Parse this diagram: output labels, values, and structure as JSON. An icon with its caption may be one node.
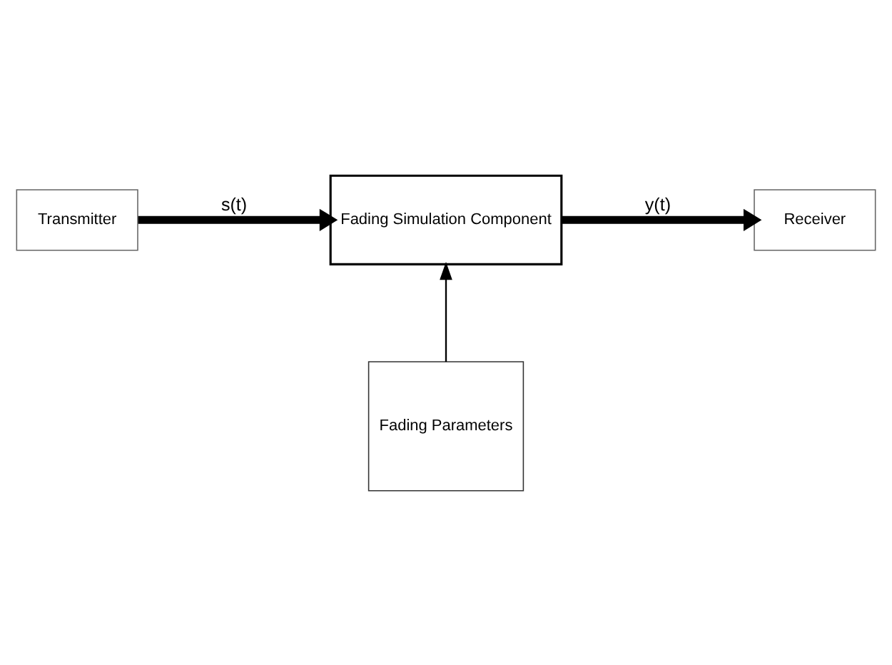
{
  "diagram": {
    "nodes": [
      {
        "text": [
          "Transmitter"
        ]
      },
      {
        "text": [
          "Fading Simulation Component"
        ]
      },
      {
        "text": [
          "Receiver"
        ]
      },
      {
        "text": [
          "Fading Parameters"
        ]
      }
    ],
    "edges": [
      {
        "from": 0,
        "to": 1,
        "arrow": "to",
        "label": "s(t)"
      },
      {
        "from": 1,
        "to": 2,
        "arrow": "to",
        "label": "y(t)"
      },
      {
        "from": 3,
        "to": 1,
        "arrow": "to"
      }
    ]
  }
}
